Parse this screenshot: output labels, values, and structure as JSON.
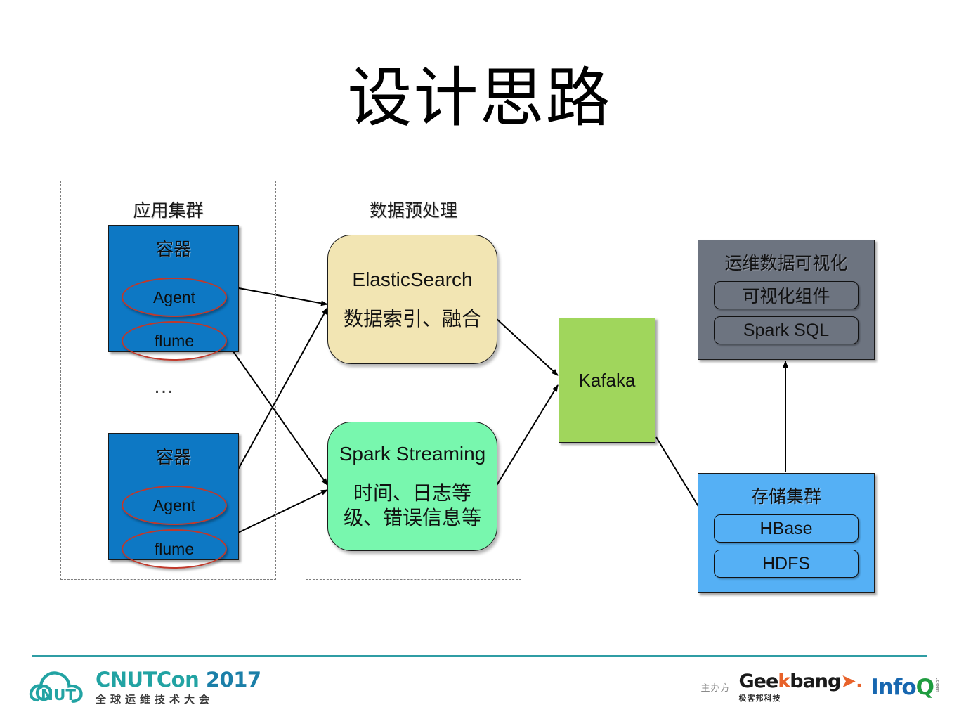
{
  "slide": {
    "title": "设计思路"
  },
  "groups": [
    {
      "id": "app-cluster",
      "label": "应用集群"
    },
    {
      "id": "data-preprocess",
      "label": "数据预处理"
    }
  ],
  "containers": [
    {
      "id": "container-1",
      "title": "容器",
      "agents": [
        "Agent",
        "flume"
      ]
    },
    {
      "id": "container-2",
      "title": "容器",
      "agents": [
        "Agent",
        "flume"
      ]
    }
  ],
  "ellipsis": "…",
  "process_nodes": [
    {
      "id": "elasticsearch",
      "line1": "ElasticSearch",
      "line2": "数据索引、融合",
      "color": "#f2e5b3"
    },
    {
      "id": "spark-streaming",
      "line1": "Spark Streaming",
      "line2_a": "时间、日志等",
      "line2_b": "级、错误信息等",
      "color": "#78f7ae"
    }
  ],
  "kafaka": {
    "label": "Kafaka",
    "color": "#a0d65c"
  },
  "visualization_panel": {
    "title": "运维数据可视化",
    "items": [
      "可视化组件",
      "Spark SQL"
    ],
    "color": "#6d7480"
  },
  "storage_panel": {
    "title": "存储集群",
    "items": [
      "HBase",
      "HDFS"
    ],
    "color": "#55b0f5"
  },
  "footer": {
    "divider_color": "#2f9da4",
    "conference": {
      "name_prefix": "CNUTCon",
      "year": "2017",
      "tagline": "全球运维技术大会",
      "mark_text": "NUT"
    },
    "sponsors": {
      "host_label": "主办方",
      "geekbang": {
        "part1": "Gee",
        "part_k": "k",
        "part2": "bang",
        "arrow": "➤.",
        "cn": "极客邦科技"
      },
      "infoq": {
        "info": "Info",
        "q": "Q",
        "dotcom": ".com"
      }
    }
  }
}
